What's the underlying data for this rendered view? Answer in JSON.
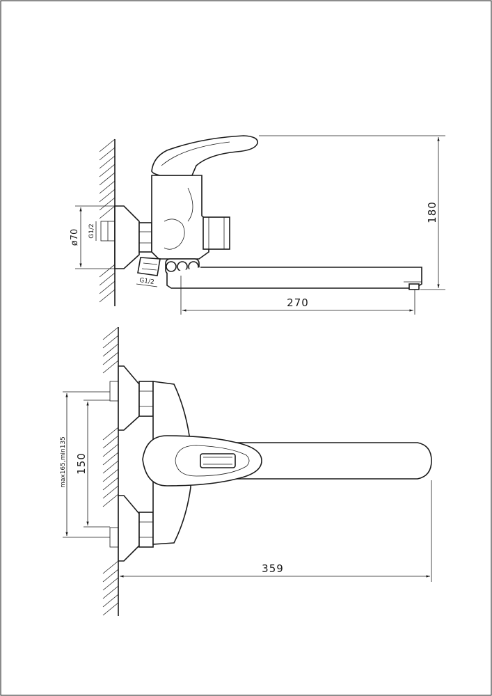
{
  "dimensions": {
    "height": "180",
    "spout_reach": "270",
    "flange_diameter": "ø70",
    "thread_wall": "G1/2",
    "thread_outlet": "G1/2",
    "centers": "150",
    "centers_range": "max165,min135",
    "total_length": "359"
  }
}
